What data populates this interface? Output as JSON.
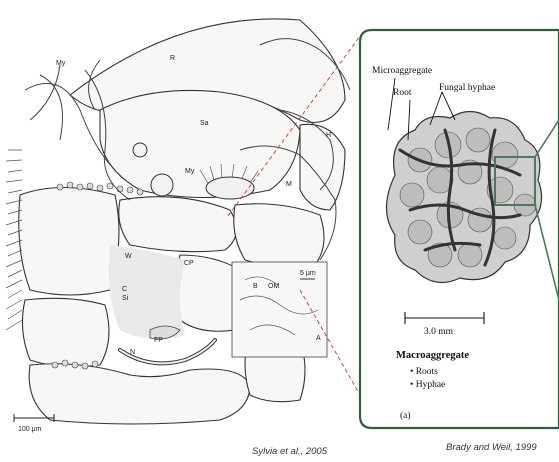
{
  "left_figure": {
    "labels": {
      "my_top": "My",
      "r": "R",
      "sa": "Sa",
      "my_mid": "My",
      "m": "M",
      "h": "H",
      "w": "W",
      "c": "C",
      "si": "Si",
      "cp": "CP",
      "b": "B",
      "om": "OM",
      "fp": "FP",
      "n": "N",
      "a": "A",
      "inset_scale": "5 μm"
    },
    "scale_bar": "100 μm",
    "credit": "Sylvia et al., 2005"
  },
  "right_figure": {
    "labels": {
      "microaggregate": "Microaggregate",
      "root": "Root",
      "fungal_hyphae": "Fungal hyphae",
      "scale": "3.0 mm",
      "macroaggregate": "Macroaggregate",
      "bullets": [
        "Roots",
        "Hyphae"
      ],
      "panel_letter": "(a)"
    },
    "credit": "Brady and Weil, 1999"
  },
  "colors": {
    "frame_border": "#2f5f3a",
    "inset_box": "#4b7a5b",
    "leader_dashed": "#cc3333"
  }
}
